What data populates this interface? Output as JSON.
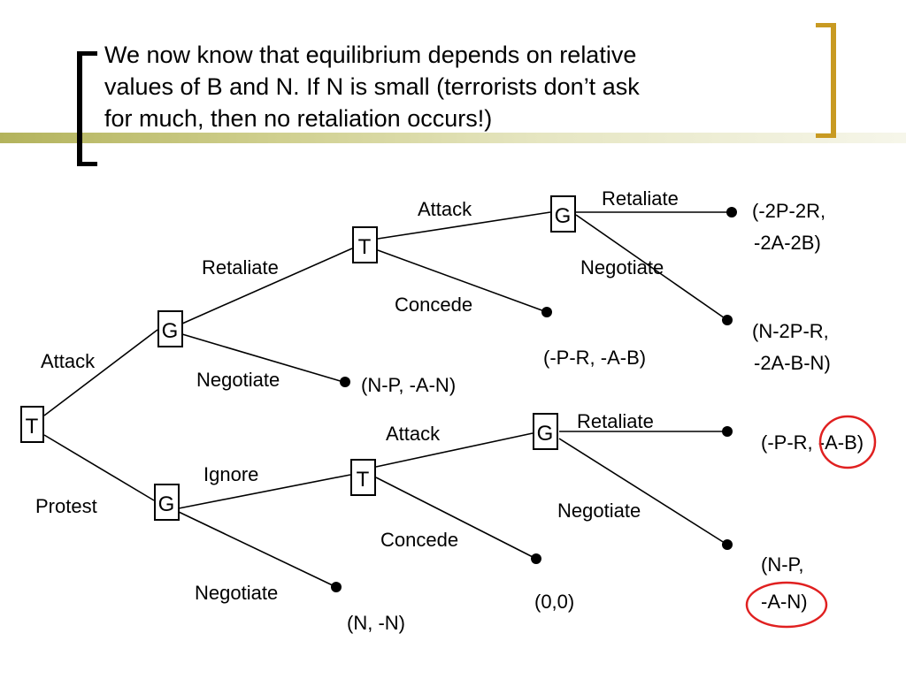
{
  "slide": {
    "title_lines": [
      "We now know that equilibrium depends on relative",
      "values of B and N.  If N is small (terrorists don’t ask",
      "for much, then no retaliation occurs!)"
    ],
    "colors": {
      "accent": "#b3b35c",
      "bracket": "#c89a22",
      "highlight": "#e02020"
    }
  },
  "tree": {
    "nodes": {
      "root": "T",
      "g_attack": "G",
      "g_protest": "G",
      "t_upper": "T",
      "t_lower": "T",
      "g_upper": "G",
      "g_lower": "G"
    },
    "edges": {
      "attack": "Attack",
      "protest": "Protest",
      "retaliate_1": "Retaliate",
      "negotiate_1": "Negotiate",
      "ignore": "Ignore",
      "negotiate_2": "Negotiate",
      "attack_upper": "Attack",
      "concede_upper": "Concede",
      "attack_lower": "Attack",
      "concede_lower": "Concede",
      "retaliate_upper": "Retaliate",
      "negotiate_upper": "Negotiate",
      "retaliate_lower": "Retaliate",
      "negotiate_lower": "Negotiate"
    },
    "payoffs": {
      "upper_retaliate": [
        "(-2P-2R,",
        "-2A-2B)"
      ],
      "upper_negotiate": [
        "(N-2P-R,",
        "-2A-B-N)"
      ],
      "upper_concede": "(-P-R, -A-B)",
      "negotiate_1": "(N-P, -A-N)",
      "lower_retaliate": "(-P-R, -A-B)",
      "lower_negotiate": [
        "(N-P,",
        "-A-N)"
      ],
      "lower_concede": "(0,0)",
      "negotiate_2": "(N, -N)"
    }
  }
}
